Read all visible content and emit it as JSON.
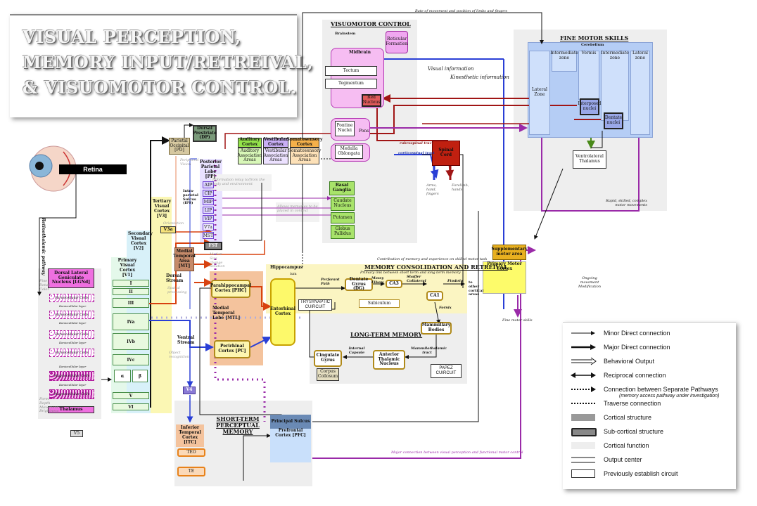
{
  "title": {
    "line1": "VISUAL PERCEPTION,",
    "line2": "MEMORY  INPUT/RETREIVAL,",
    "line3": "& VISUOMOTOR CONTROL."
  },
  "sections": {
    "visuomotor_control": "VISUOMOTOR CONTROL",
    "fine_motor_skills": "FINE MOTOR SKILLS",
    "memory_consolidation": "MEMORY CONSOLIDATION AND RETREIVAL",
    "memory_consolidation_sub": "Primary link between short term and long term memory",
    "long_term_memory": "LONG-TERM MEMORY",
    "short_term_memory": "SHORT-TERM PERCEPTUAL MEMORY"
  },
  "top_note": "Rate of movement and position of limbs and fingers",
  "retina": {
    "label": "Retina"
  },
  "retinothalamic_pathway": "Retinothalamic pathway",
  "lgn": {
    "title": "Dorsal Lateral Geniculate Nucleus [LGNd]",
    "fine_detail": "Fine Detail Color",
    "layers": [
      "Parvocellular Cells",
      "Koniocellular layer",
      "Parvocellular Cells",
      "Koniocellular layer",
      "Parvocellular Cells",
      "Koniocellular layer",
      "Parvocellular Cells",
      "Koniocellular layer",
      "Magnocellular Cells",
      "Koniocellular layer",
      "Magnocellular Cells"
    ],
    "thalamus": "Thalamus",
    "motion_note": "Form Depth Movement Brightness",
    "v5": "V5"
  },
  "primary_visual": {
    "title": "Primary Visual Cortex [V1]",
    "layers": [
      "I",
      "II",
      "III",
      "IVa",
      "IVb",
      "IVc",
      "V",
      "VI"
    ],
    "alpha": "α",
    "beta": "β"
  },
  "secondary_visual": "Secondary Visual Cortex [V2]",
  "tertiary_visual": "Tertiary Visual Cortex [V3]",
  "v3a": "V3a",
  "v3a_note": "Orientation",
  "dorsal_stream": "Dorsal Stream",
  "spatial_processing": "Spatial processing",
  "ventral_stream": "Ventral Stream",
  "object_recognition": "Object recognition",
  "v4": "V4",
  "mt": "Medial Temporal Area [MT]",
  "mst": "MST",
  "fst": "FST",
  "fst_note": "Motion Size change Rotation",
  "po": "Parietal Occipital [PO]",
  "po_note": "Peripheral Vision",
  "dp": "Dorsal Prestriate (DP)",
  "pp": {
    "title": "Posterior Parietal Lobe [PP]",
    "ips": "Intra-parietal Sulcus (IPS)",
    "subs": [
      "AIP",
      "CIP",
      "MIP",
      "LIP",
      "VIP",
      "V7a",
      "MST"
    ]
  },
  "association": {
    "auditory": {
      "title": "Auditory Cortex",
      "sub": "Auditory Association Areas"
    },
    "vestibular": {
      "title": "Vestibular Cortex",
      "sub": "Vestibular Association Areas"
    },
    "somatosensory": {
      "title": "Somatosensory Cortex",
      "sub": "Somatosensory Association Areas"
    }
  },
  "info_relay_note": "Information relay to/from the body and environment",
  "memory_note": "Allows memories to be placed in context",
  "basal_ganglia": {
    "title": "Basal Ganglia",
    "items": [
      "Caudate Nucleus",
      "Putamen",
      "Globus Pallidus"
    ]
  },
  "brainstem": {
    "label": "Brainstem",
    "midbrain": "Midbrain",
    "tectum": "Tectum",
    "tegmentum": "Tegmentum",
    "reticular": "Reticular Formation",
    "red_nucleus": "Red Nucleus",
    "pontine": "Pontine Nuclei",
    "pons": "Pons",
    "medulla": "Medulla Oblongata",
    "spinal": "Spinal Cord",
    "rubrospinal": "rubrospinal tract",
    "corticospinal": "corticospinal tract",
    "arms": "Arms, hand, fingers",
    "forelimb": "Forelimb, hands",
    "visual_info": "Visual information",
    "kinesthetic_info": "Kinesthetic information"
  },
  "cerebellum": {
    "label": "Cerebellum",
    "lateral_zone": "Lateral Zone",
    "intermediate1": "Intermediate zone",
    "vermis": "Vermis",
    "intermediate2": "Intermediate zone",
    "lateral_zone2": "Lateral zone",
    "interposed": "Interposed nuclei",
    "dentate": "Dentate nuclei",
    "ventrolateral": "Ventrolateral Thalamus",
    "rapid_note": "Rapid, skilled, complex motor movements"
  },
  "supplementary_motor": "Supplementary motor area",
  "primary_motor": "Primary Motor Cortex",
  "ongoing_note": "Ongoing movement Modification",
  "fine_motor_skills_note": "Fine motor skills",
  "hippocampus": {
    "label": "Hippocampus",
    "ium": "ium",
    "entorhinal": "Entorhinal Cortex",
    "perforant": "Perforant Path",
    "dentate_gyrus": "Dentate Gyrus (DG)",
    "mossy": "Mossy Fibers",
    "ca3": "CA3",
    "schaffer": "Shaffer Collateral",
    "ca1": "CA1",
    "fimbria": "Fimbria",
    "other_cortical": "to other cortical areas",
    "trisynaptic": "TRYSYNAPTIC CUIRCUIT",
    "subiculum": "Subiculum",
    "fornix": "Fornix",
    "contrib_note": "Contribution of memory and experience on skilled motor task"
  },
  "mtl": {
    "title": "Medial Temporal Lobe [MTL]",
    "phc": "Parahippocampal Cortex [PHC]",
    "pc": "Perirhinal Cortex [PC]"
  },
  "papez": {
    "mammillary": "Mammillary Bodies",
    "mammillothalamic": "Mammilothalamic tract",
    "anterior_thalamic": "Anterior Thalamic Nucleus",
    "internal_capsule": "Internal Capsule",
    "cingulate": "Cingulate Gyrus",
    "corpus": "Corpus Collosum",
    "papez_circuit": "PAPEZ CUIRCUIT"
  },
  "itc": {
    "title": "Inferior Temporal Cortex [ITC]",
    "teo": "TEO",
    "te": "TE"
  },
  "pfc": {
    "sulcus": "Principal Sulcus",
    "title": "Prefrontal Cortex [PFC]"
  },
  "major_conn_note": "Major connection between visual perception and functional motor control",
  "legend": [
    "Minor Direct connection",
    "Major Direct connection",
    "Behavioral Output",
    "Reciprocal connection",
    "Connection between Separate Pathways",
    "(memory access pathway under investigation)",
    "Traverse connection",
    "Cortical structure",
    "Sub-cortical structure",
    "Cortical function",
    "Output center",
    "Previously establish circuit"
  ]
}
